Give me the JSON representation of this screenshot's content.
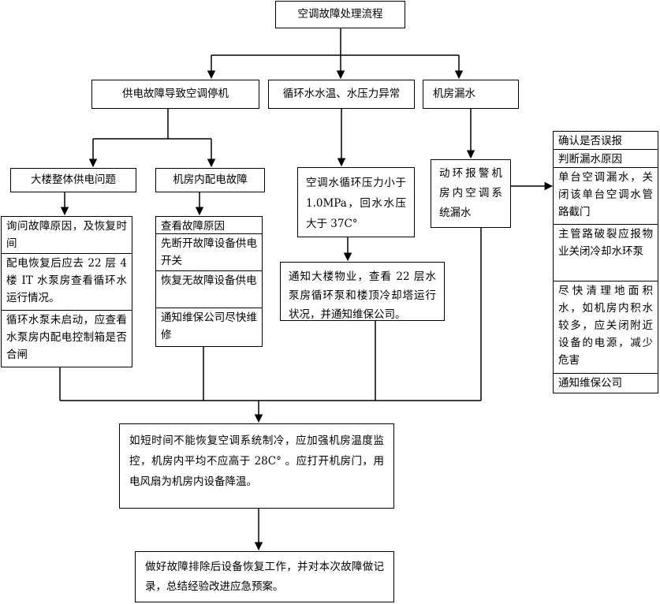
{
  "diagram": {
    "title": "空调故障处理流程",
    "level1": {
      "power_fault": "供电故障导致空调停机",
      "water_abnormal": "循环水水温、水压力异常",
      "room_leak": "机房漏水"
    },
    "level2": {
      "building_power": "大楼整体供电问题",
      "room_power": "机房内配电故障",
      "water_pressure": "空调水循环压力小于 1.0MPa，回水水压大于 37C°",
      "leak_alarm": "动环报警机房内空调系统漏水"
    },
    "building_power_steps": [
      "询问故障原因，及恢复时间",
      "配电恢复后应去 22 层 4 楼 IT 水泵房查看循环水运行情况。",
      "循环水泵未启动，应查看水泵房内配电控制箱是否合闸"
    ],
    "room_power_steps": [
      "查看故障原因",
      "先断开故障设备供电开关",
      "恢复无故障设备供电",
      "通知维保公司尽快维修"
    ],
    "water_action": "通知大楼物业，查看 22 层水泵房循环泵和楼顶冷却塔运行状况，并通知维保公司。",
    "leak_steps": [
      "确认是否误报",
      "判断漏水原因",
      "单台空调漏水，关闭该单台空调水管路截门",
      "主管路破裂应报物业关闭冷却水环泵",
      "尽快清理地面积水，如机房内积水较多，应关闭附近设备的电源，减少危害",
      "通知维保公司"
    ],
    "temp_control": "如短时间不能恢复空调系统制冷，应加强机房温度监控，机房内平均不应高于 28C°  。应打开机房门，用电风扇为机房内设备降温。",
    "final_step": "做好故障排除后设备恢复工作，并对本次故障做记录，总结经验改进应急预案。"
  }
}
